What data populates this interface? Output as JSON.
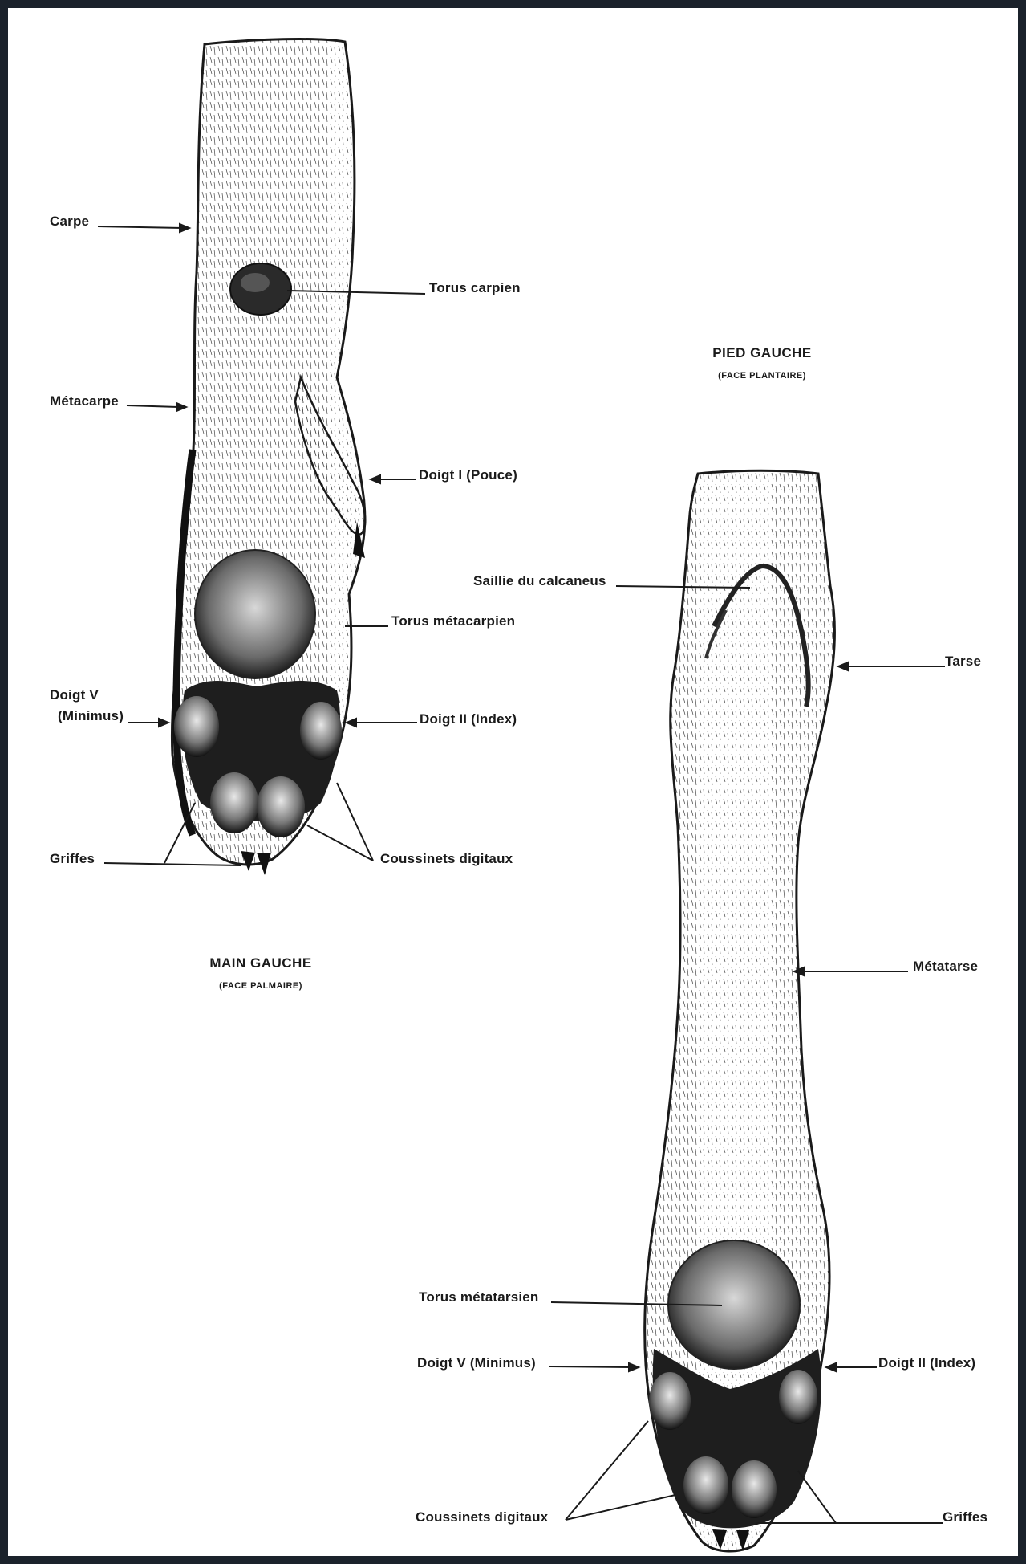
{
  "hand": {
    "title": "MAIN GAUCHE",
    "subtitle": "(FACE PALMAIRE)",
    "labels": {
      "carpe": "Carpe",
      "torus_carpien": "Torus carpien",
      "metacarpe": "Métacarpe",
      "doigt_i": "Doigt I (Pouce)",
      "torus_metacarpien": "Torus métacarpien",
      "doigt_v_line1": "Doigt V",
      "doigt_v_line2": "(Minimus)",
      "doigt_ii": "Doigt II (Index)",
      "griffes": "Griffes",
      "coussinets": "Coussinets digitaux"
    }
  },
  "foot": {
    "title": "PIED GAUCHE",
    "subtitle": "(FACE PLANTAIRE)",
    "labels": {
      "saillie": "Saillie du calcaneus",
      "tarse": "Tarse",
      "metatarse": "Métatarse",
      "torus_metatarsien": "Torus métatarsien",
      "doigt_v": "Doigt V (Minimus)",
      "doigt_ii": "Doigt II (Index)",
      "coussinets": "Coussinets digitaux",
      "griffes": "Griffes"
    }
  },
  "colors": {
    "frame": "#1b222b",
    "ink": "#1a1a1a",
    "background": "#ffffff"
  }
}
